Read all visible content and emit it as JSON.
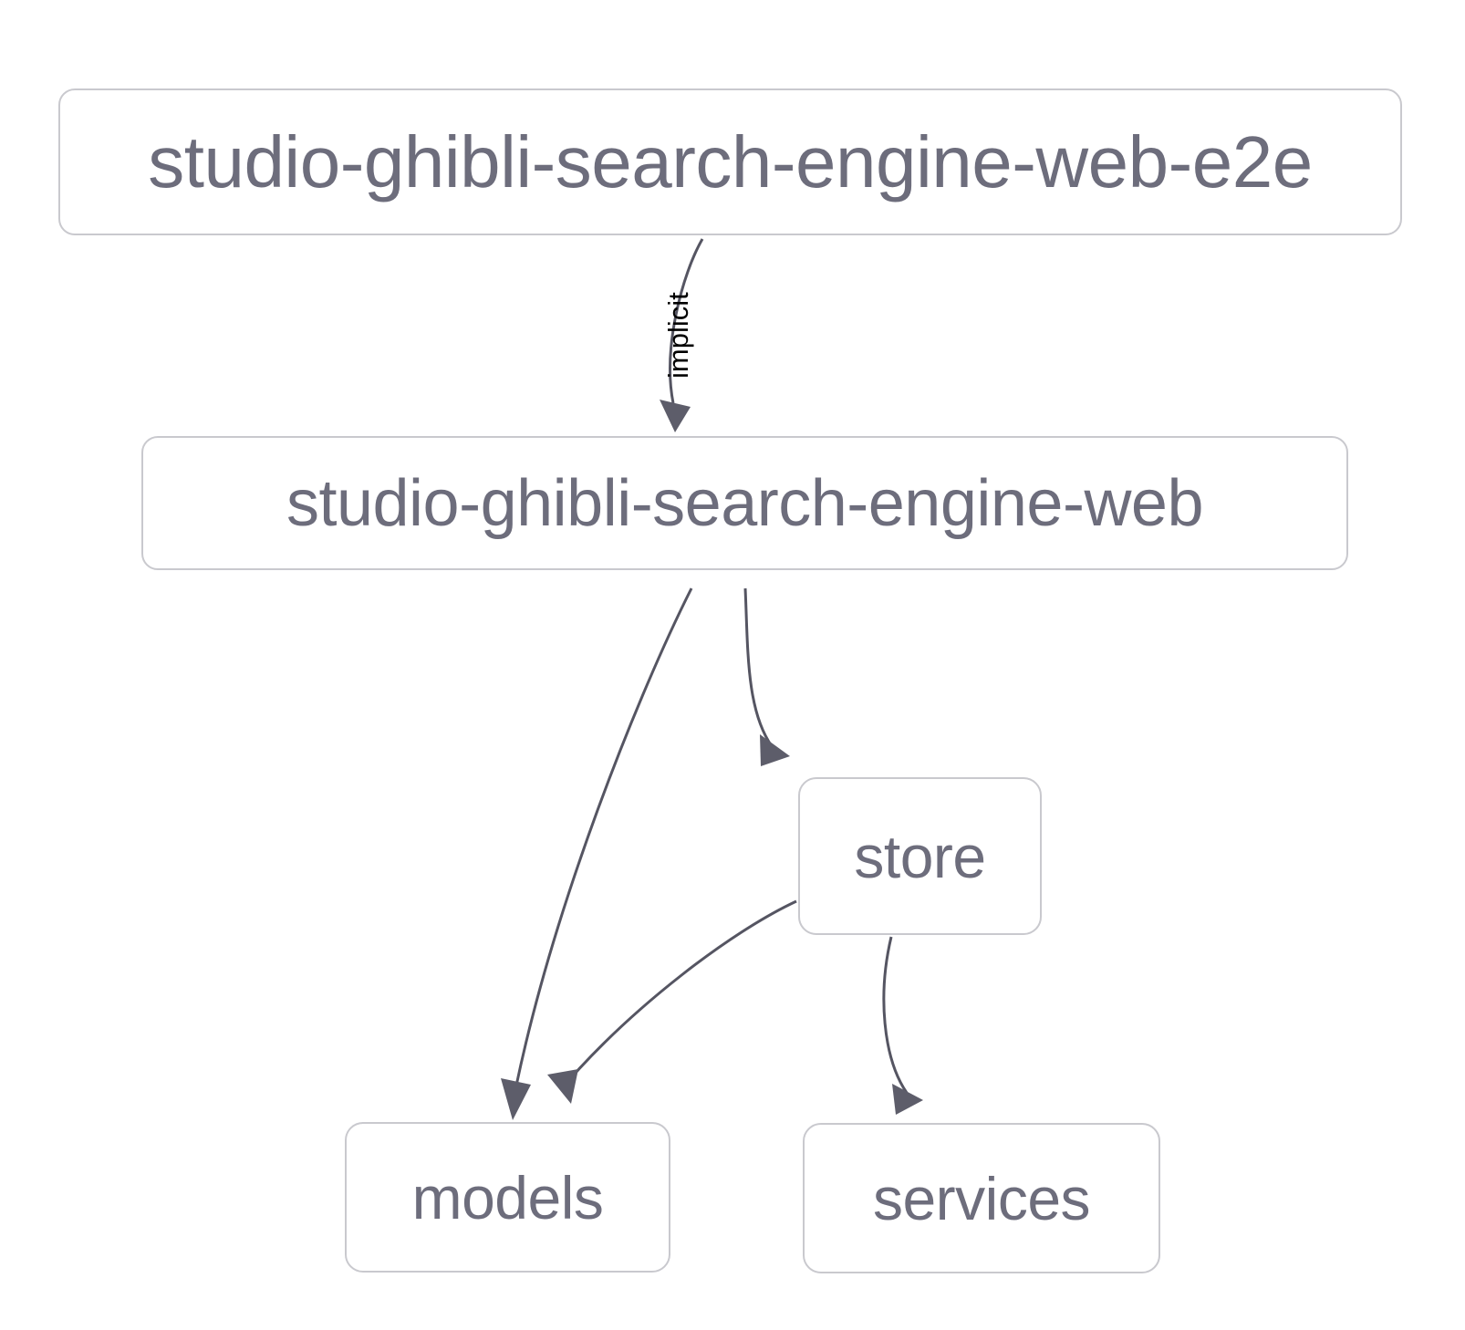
{
  "diagram": {
    "type": "dependency-graph",
    "background_color": "#ffffff",
    "node_border_color": "#c9c9ce",
    "node_text_color": "#6d6d7c",
    "edge_color": "#555562",
    "edge_label_color": "#000000",
    "nodes": [
      {
        "id": "e2e",
        "label": "studio-ghibli-search-engine-web-e2e"
      },
      {
        "id": "web",
        "label": "studio-ghibli-search-engine-web"
      },
      {
        "id": "store",
        "label": "store"
      },
      {
        "id": "models",
        "label": "models"
      },
      {
        "id": "services",
        "label": "services"
      }
    ],
    "edges": [
      {
        "from": "e2e",
        "to": "web",
        "label": "implicit"
      },
      {
        "from": "web",
        "to": "models",
        "label": ""
      },
      {
        "from": "web",
        "to": "store",
        "label": ""
      },
      {
        "from": "store",
        "to": "models",
        "label": ""
      },
      {
        "from": "store",
        "to": "services",
        "label": ""
      }
    ]
  }
}
